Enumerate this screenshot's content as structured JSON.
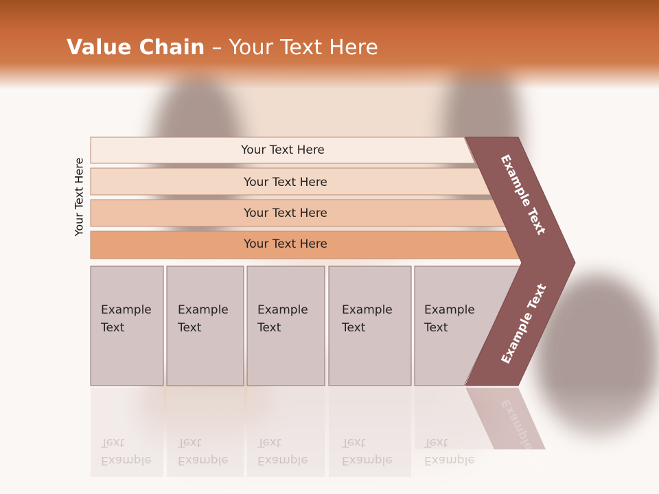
{
  "title": {
    "bold": "Value Chain",
    "rest": " – Your Text Here"
  },
  "side_label": "Your Text Here",
  "bands": [
    {
      "label": "Your Text Here",
      "color": "#f9ebe2"
    },
    {
      "label": "Your Text Here",
      "color": "#f4d8c6"
    },
    {
      "label": "Your Text Here",
      "color": "#efc3a7"
    },
    {
      "label": "Your Text Here",
      "color": "#e7a37a"
    }
  ],
  "boxes": [
    {
      "label": "Example\nText"
    },
    {
      "label": "Example\nText"
    },
    {
      "label": "Example\nText"
    },
    {
      "label": "Example\nText"
    },
    {
      "label": "Example\nText"
    }
  ],
  "chevron": {
    "upper_label": "Example Text",
    "lower_label": "Example Text",
    "color": "#8f5a5a"
  },
  "colors": {
    "header": "#c0622f",
    "box_fill": "#d4c3c3",
    "box_stroke": "#8d7070"
  }
}
